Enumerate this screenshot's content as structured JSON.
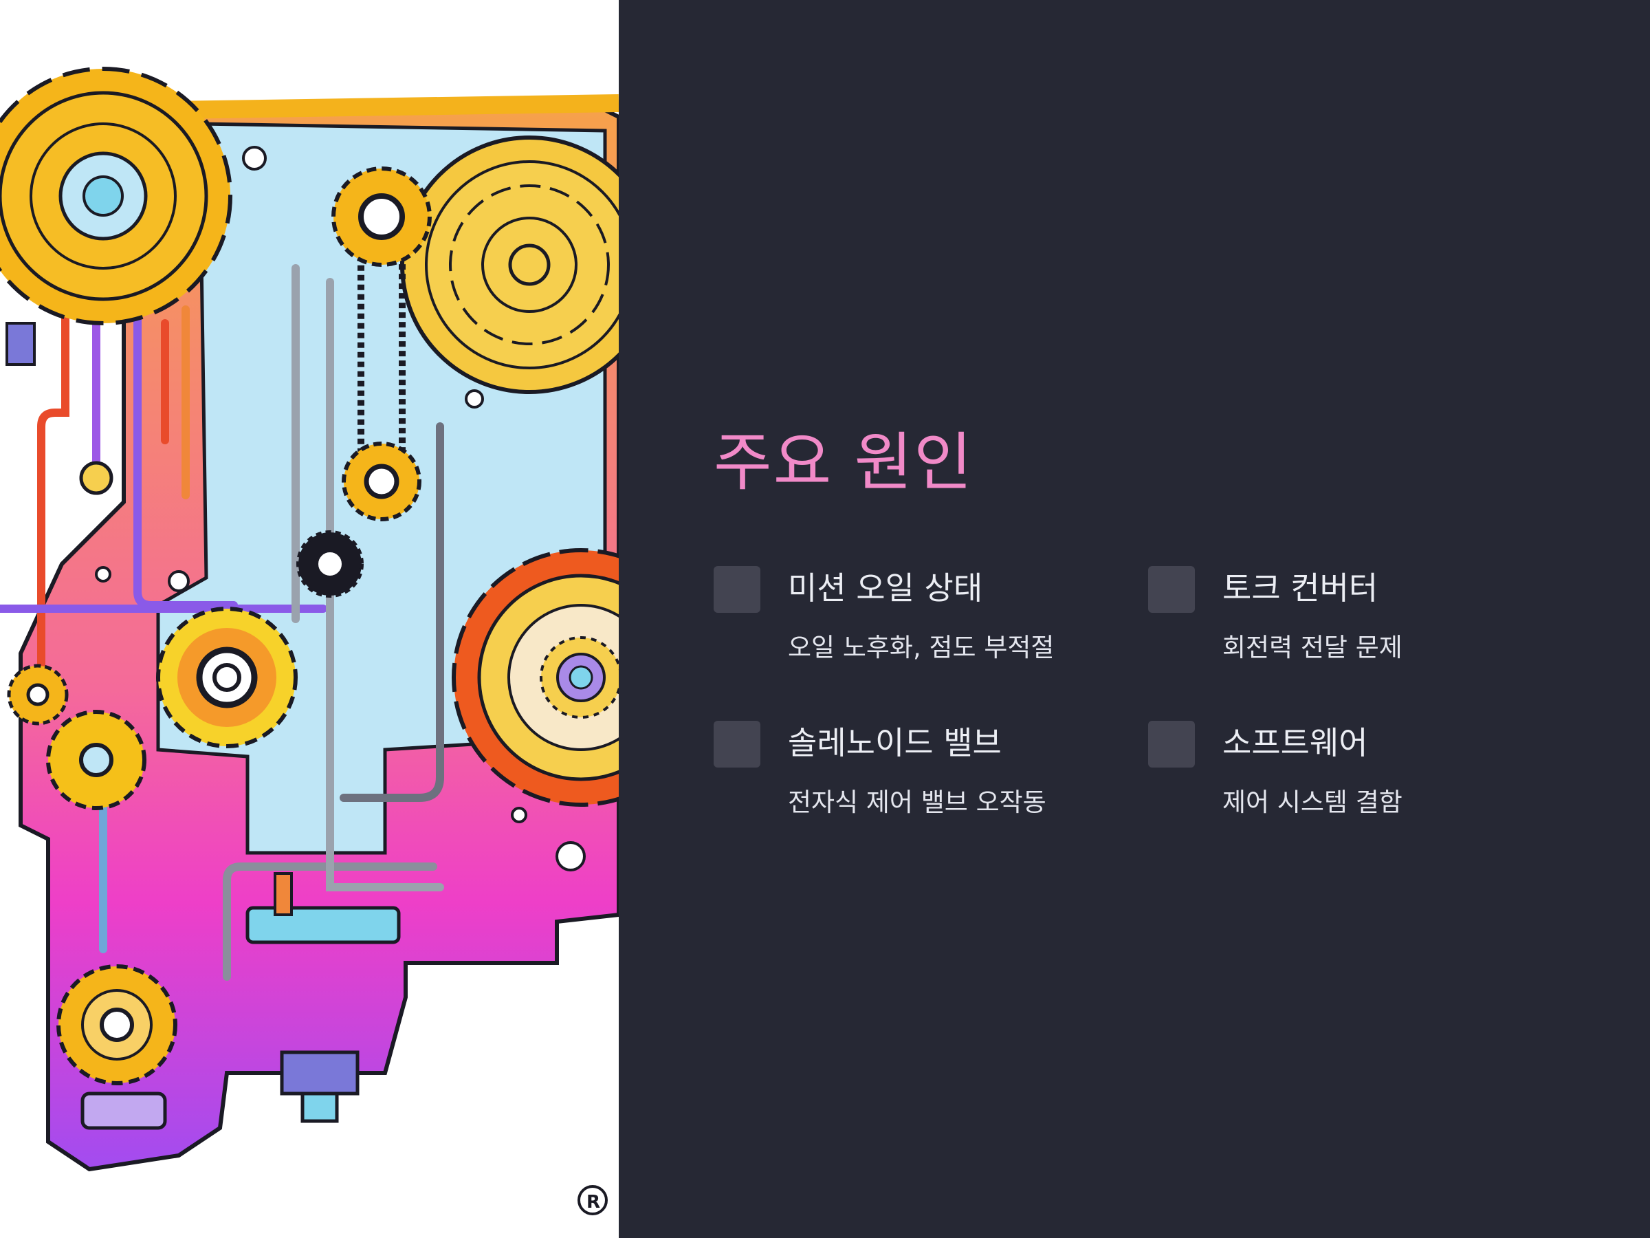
{
  "slide": {
    "title": "주요 원인",
    "title_color": "#f18ac8",
    "background": "#262834",
    "marker_color": "#434451",
    "illustration": {
      "subject": "colorful mechanical gear and piping illustration",
      "icon": "gears-illustration"
    },
    "items": [
      {
        "title": "미션 오일 상태",
        "description": "오일 노후화, 점도 부적절"
      },
      {
        "title": "토크 컨버터",
        "description": "회전력 전달 문제"
      },
      {
        "title": "솔레노이드 밸브",
        "description": "전자식 제어 밸브 오작동"
      },
      {
        "title": "소프트웨어",
        "description": "제어 시스템 결함"
      }
    ]
  }
}
